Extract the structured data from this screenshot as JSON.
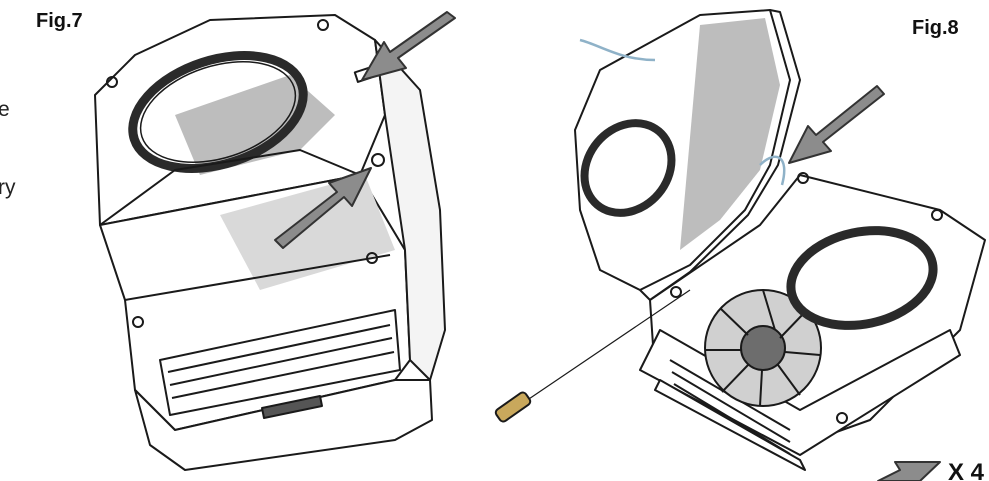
{
  "figures": {
    "fig7": {
      "label": "Fig.7"
    },
    "fig8": {
      "label": "Fig.8"
    }
  },
  "side_text": {
    "line1": "e",
    "line2": "ry"
  },
  "quantity_label": "X 4",
  "colors": {
    "arrow_fill": "#8c8c8c",
    "arrow_stroke": "#333333",
    "outline": "#1a1a1a",
    "shade": "#bdbdbd",
    "wire": "#8fb2c8",
    "screwdriver": "#c9a85c"
  }
}
